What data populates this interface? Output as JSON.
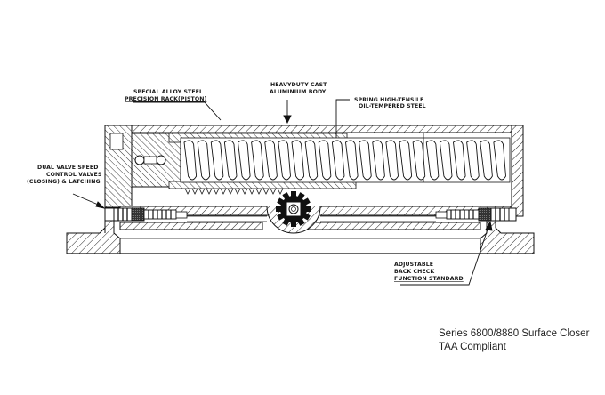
{
  "diagram": {
    "title": "Series 6800/8880 Surface Closer cross-section",
    "labels": {
      "body": [
        "HEAVYDUTY CAST",
        "ALUMINIUM BODY"
      ],
      "rack": [
        "SPECIAL ALLOY STEEL",
        "PRECISION RACK(PISTON)"
      ],
      "spring": [
        "SPRING HIGH-TENSILE",
        "OIL-TEMPERED STEEL"
      ],
      "valves": [
        "DUAL VALVE SPEED",
        "CONTROL VALVES",
        "(CLOSING) & LATCHING"
      ],
      "backcheck": [
        "ADJUSTABLE",
        "BACK CHECK",
        "FUNCTION STANDARD"
      ]
    },
    "spring_coils": 24,
    "pinion_teeth": 12
  },
  "caption": {
    "line1": "Series 6800/8880 Surface Closer",
    "line2": "TAA Compliant"
  }
}
